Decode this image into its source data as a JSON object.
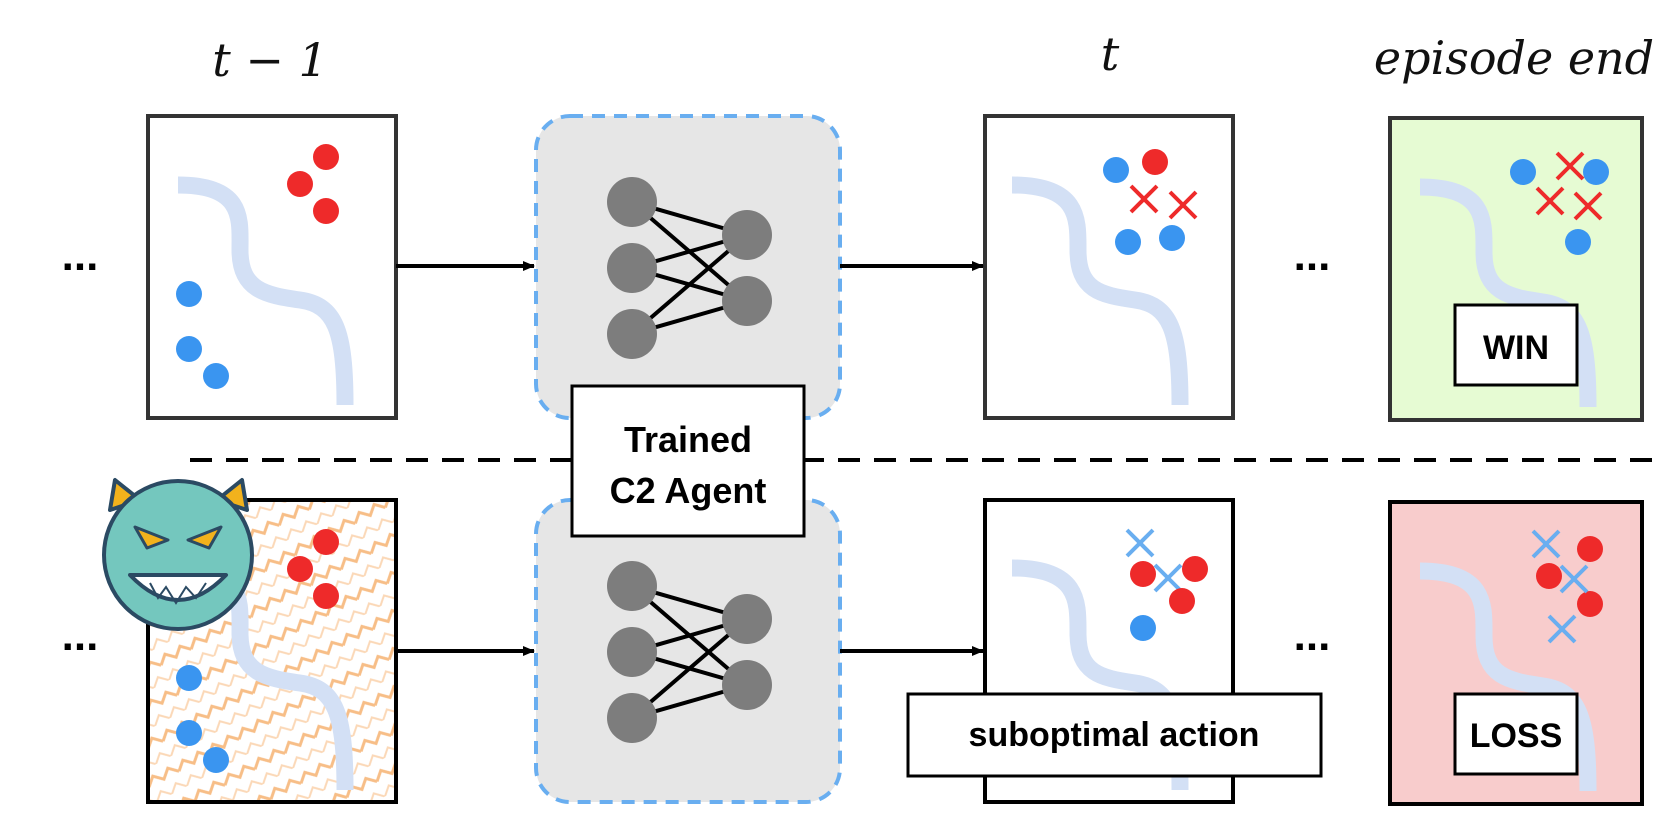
{
  "headers": {
    "prev_step": "t − 1",
    "cur_step": "t",
    "end": "episode end"
  },
  "ellipsis": "...",
  "agent_label": {
    "line1": "Trained",
    "line2": "C2 Agent"
  },
  "outcomes": {
    "win": "WIN",
    "loss": "LOSS"
  },
  "attack_effect": "suboptimal action",
  "colors": {
    "blue_unit": "#3a95f0",
    "red_unit": "#ee2a2a",
    "blue_cross": "#69aef0",
    "red_cross": "#ee2a2a",
    "river": "#d3e0f5",
    "agent_bg": "#e6e6e6",
    "agent_border": "#69aef0",
    "node": "#7d7d7d",
    "win_bg": "#e6fbd3",
    "loss_bg": "#f8cccc",
    "perturb": "#f6b272",
    "devil_face": "#74c7be",
    "devil_horn": "#f2b21c"
  },
  "icons": {
    "adversary": "devil-icon",
    "network": "neural-network-icon"
  }
}
